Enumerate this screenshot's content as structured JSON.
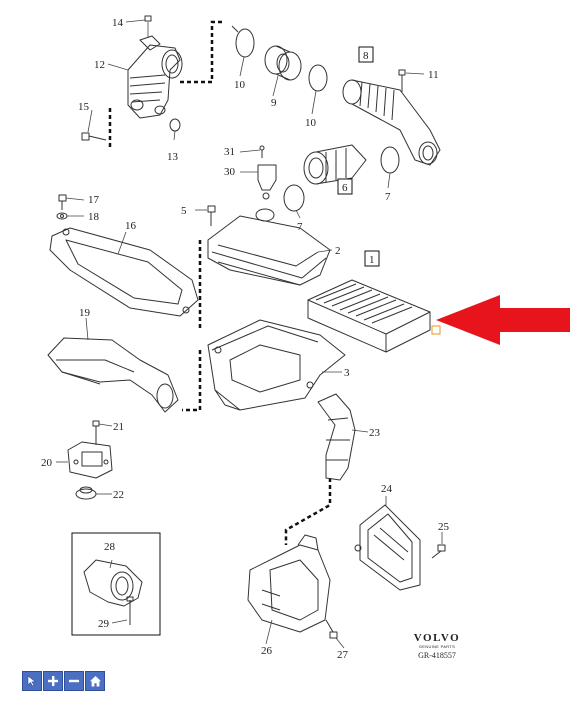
{
  "diagram": {
    "part_numbers": [
      "1",
      "2",
      "3",
      "5",
      "6",
      "7",
      "7",
      "8",
      "9",
      "10",
      "10",
      "11",
      "12",
      "13",
      "14",
      "15",
      "17",
      "18",
      "16",
      "19",
      "20",
      "21",
      "22",
      "23",
      "24",
      "25",
      "26",
      "27",
      "28",
      "29",
      "30",
      "31"
    ],
    "boxed_numbers": [
      "8",
      "6",
      "1"
    ],
    "highlight_arrow_color": "#e8141c"
  },
  "brand": {
    "logo": "VOLVO",
    "subtitle": "GENUINE PARTS",
    "code": "GR-418557"
  },
  "toolbar": {
    "buttons": [
      {
        "name": "select-tool-button",
        "icon": "cursor-icon"
      },
      {
        "name": "zoom-in-button",
        "icon": "plus-icon"
      },
      {
        "name": "zoom-out-button",
        "icon": "minus-icon"
      },
      {
        "name": "home-button",
        "icon": "home-icon"
      }
    ],
    "active_color": "#4a6fc3"
  }
}
